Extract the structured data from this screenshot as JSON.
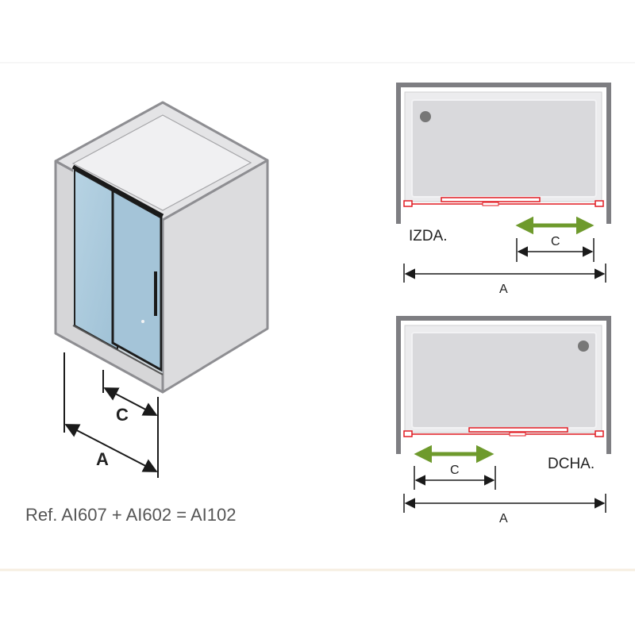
{
  "diagram": {
    "reference_text": "Ref. AI607 + AI602 = AI102",
    "perspective": {
      "dim_a_label": "A",
      "dim_c_label": "C"
    },
    "plan_left": {
      "side_label": "IZDA.",
      "dim_a_label": "A",
      "dim_c_label": "C"
    },
    "plan_right": {
      "side_label": "DCHA.",
      "dim_a_label": "A",
      "dim_c_label": "C"
    }
  },
  "colors": {
    "wall_front": "#d9d9db",
    "wall_top": "#e6e6e8",
    "wall_edge": "#8e8e92",
    "glass": "#a7c7da",
    "frame": "#1c1c1c",
    "tray": "#dcdcde",
    "rail": "#e11b22",
    "arrow_green": "#6e9a2c",
    "dim_line": "#1a1a1a"
  }
}
